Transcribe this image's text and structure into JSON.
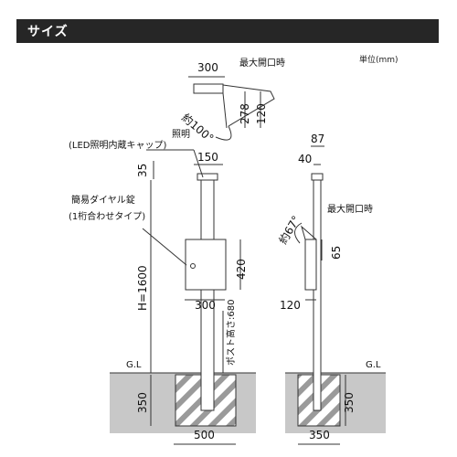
{
  "header": {
    "title": "サイズ"
  },
  "unit_note": "単位(mm)",
  "labels": {
    "max_open": "最大開口時",
    "max_open_side": "最大開口時",
    "lighting": "照明",
    "lighting_sub": "(LED照明内蔵キャップ)",
    "lock": "簡易ダイヤル錠",
    "lock_sub": "(1桁合わせタイプ)",
    "gl_left": "G.L",
    "gl_right": "G.L",
    "post_height": "ポスト高さ:680",
    "height": "H=1600",
    "angle_front": "約100°",
    "angle_side": "約67°"
  },
  "dimensions": {
    "top_300": "300",
    "top_278": "278",
    "top_120": "120",
    "cap_35": "35",
    "cap_150": "150",
    "box_420": "420",
    "box_300": "300",
    "ground_350_left": "350",
    "base_500": "500",
    "side_87": "87",
    "side_40": "40",
    "side_65": "65",
    "side_120": "120",
    "ground_350_right": "350",
    "base_350": "350"
  },
  "colors": {
    "header_bg": "#262626",
    "ground": "#c8c8c8",
    "line": "#333333"
  }
}
